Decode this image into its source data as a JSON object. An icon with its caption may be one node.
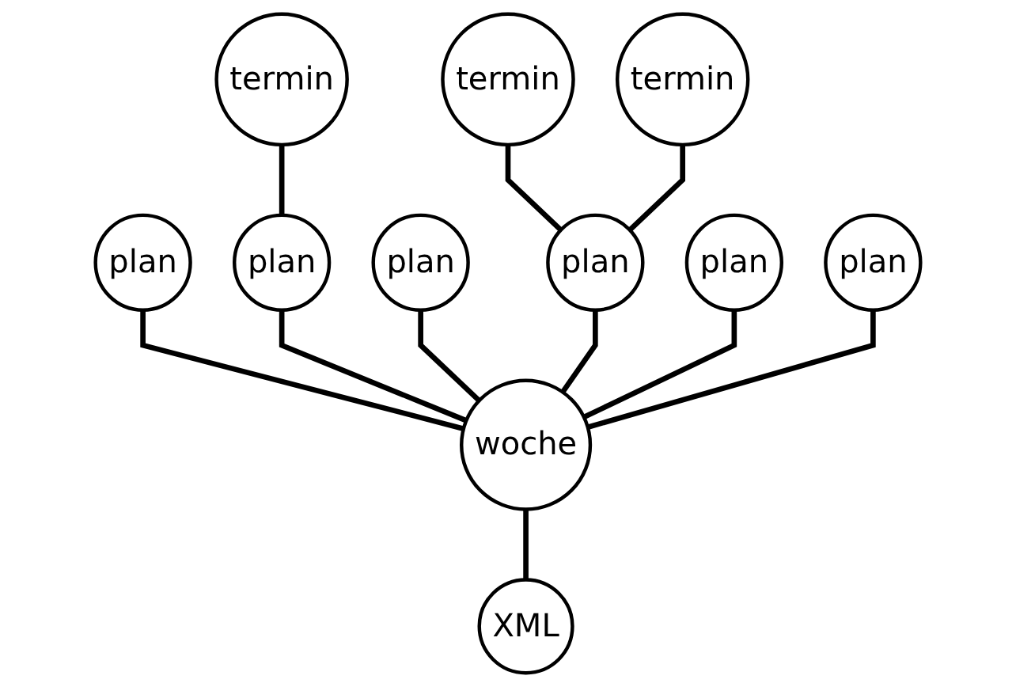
{
  "diagram": {
    "nodes": [
      {
        "text": [
          "termin"
        ]
      },
      {
        "text": [
          "termin"
        ]
      },
      {
        "text": [
          "termin"
        ]
      },
      {
        "text": [
          "plan"
        ]
      },
      {
        "text": [
          "plan"
        ]
      },
      {
        "text": [
          "plan"
        ]
      },
      {
        "text": [
          "plan"
        ]
      },
      {
        "text": [
          "plan"
        ]
      },
      {
        "text": [
          "plan"
        ]
      },
      {
        "text": [
          "woche"
        ]
      },
      {
        "text": [
          "XML"
        ]
      }
    ],
    "edges": [
      {
        "from": 0,
        "to": 4,
        "arrow": "none"
      },
      {
        "from": 1,
        "to": 6,
        "arrow": "none"
      },
      {
        "from": 2,
        "to": 6,
        "arrow": "none"
      },
      {
        "from": 3,
        "to": 9,
        "arrow": "none"
      },
      {
        "from": 4,
        "to": 9,
        "arrow": "none"
      },
      {
        "from": 5,
        "to": 9,
        "arrow": "none"
      },
      {
        "from": 6,
        "to": 9,
        "arrow": "none"
      },
      {
        "from": 7,
        "to": 9,
        "arrow": "none"
      },
      {
        "from": 8,
        "to": 9,
        "arrow": "none"
      },
      {
        "from": 9,
        "to": 10,
        "arrow": "none"
      }
    ]
  }
}
